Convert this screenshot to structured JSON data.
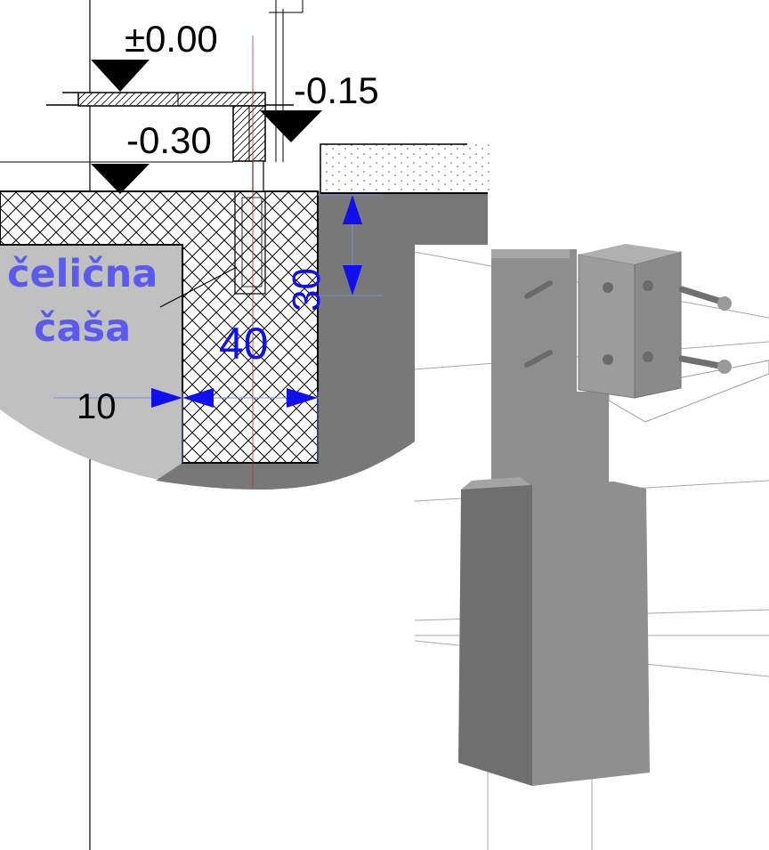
{
  "levels": {
    "zero": "±0.00",
    "minus_015": "-0.15",
    "minus_030": "-0.30"
  },
  "dimensions": {
    "depth": "30",
    "width": "40",
    "offset": "10"
  },
  "label": {
    "line1": "čelična",
    "line2": "čaša"
  },
  "colors": {
    "dimension": "#1010ee",
    "label": "#5a5aee",
    "concrete_section": "#787878",
    "background_disc": "#c0c0c0",
    "steel_3d": "#8c8c8c"
  }
}
